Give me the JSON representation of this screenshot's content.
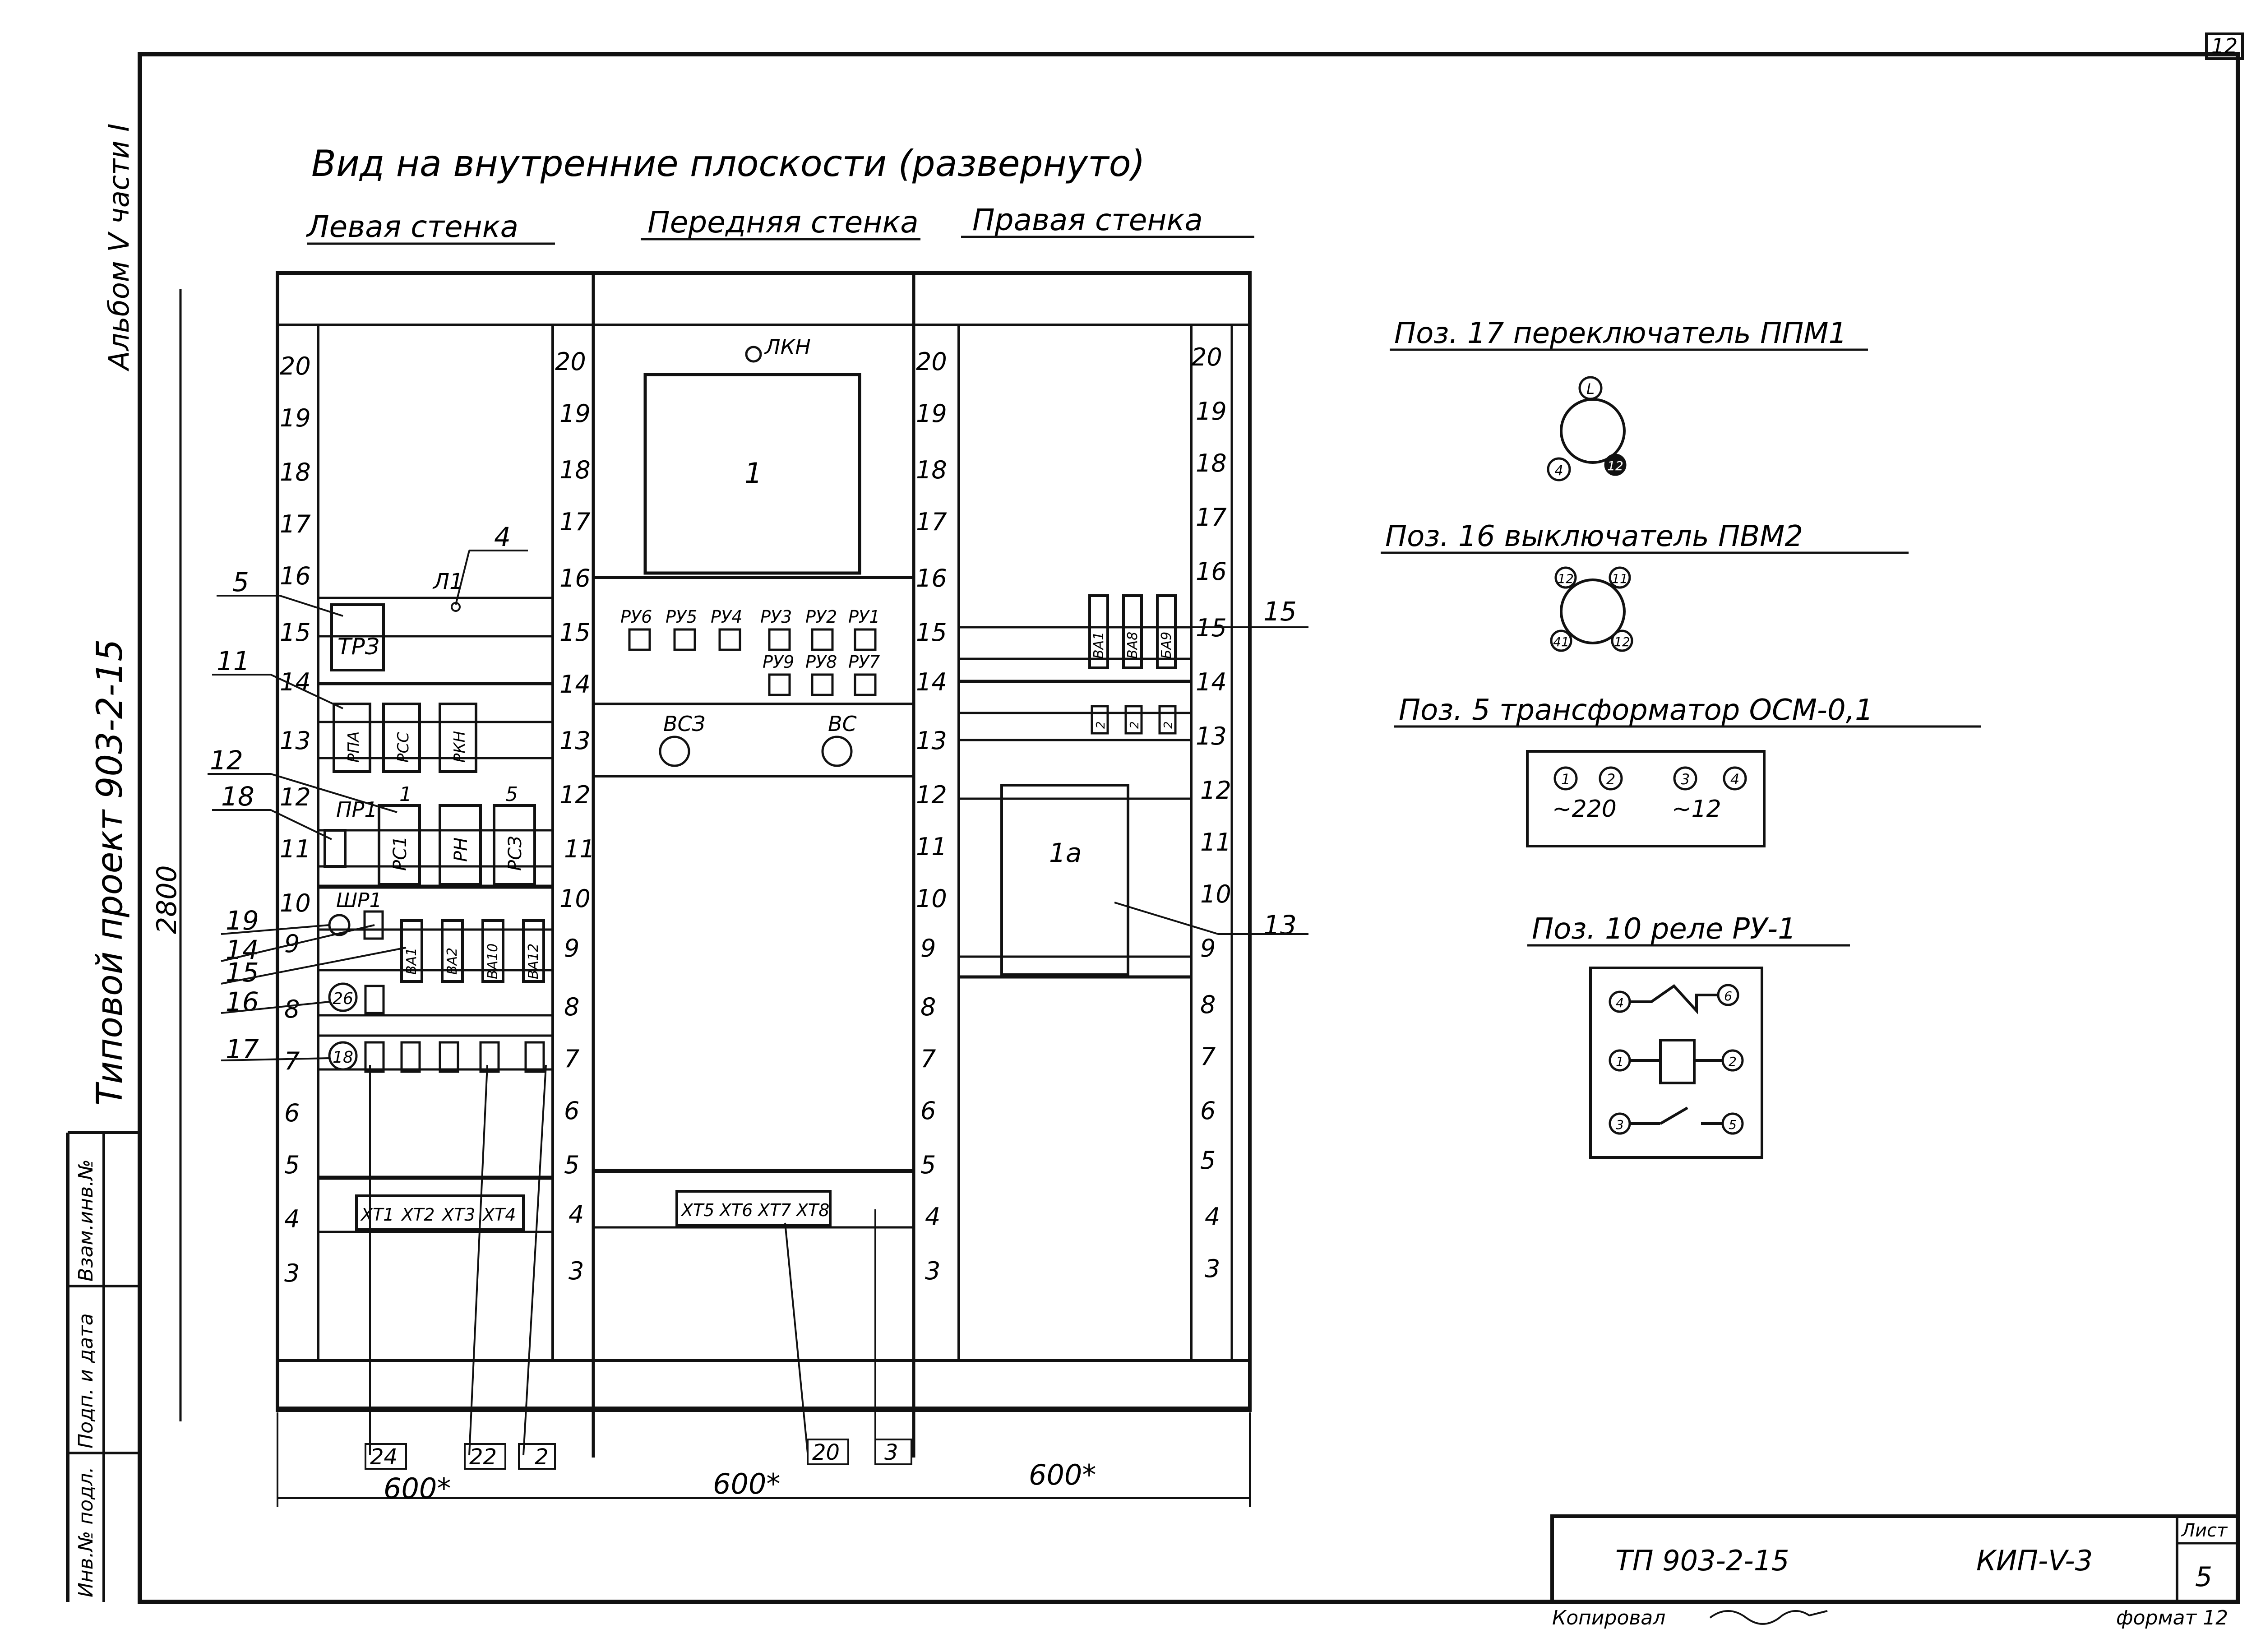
{
  "sheet_corner": "12",
  "album": "Альбом V части I",
  "project": "Типовой проект 903-2-15",
  "title": "Вид на внутренние плоскости (развернуто)",
  "walls": {
    "left": "Левая стенка",
    "front": "Передняя стенка",
    "right": "Правая стенка"
  },
  "height_dim": "2800",
  "widths": [
    "600*",
    "600*",
    "600*"
  ],
  "scale_left": [
    "20",
    "19",
    "18",
    "17",
    "16",
    "15",
    "14",
    "13",
    "12",
    "11",
    "10",
    "9",
    "8",
    "7",
    "6",
    "5",
    "4",
    "3"
  ],
  "scale_mid": [
    "20",
    "19",
    "18",
    "17",
    "16",
    "15",
    "14",
    "13",
    "12",
    "11",
    "10",
    "9",
    "8",
    "7",
    "6",
    "5",
    "4",
    "3"
  ],
  "scale_right": [
    "20",
    "19",
    "18",
    "17",
    "16",
    "15",
    "14",
    "13",
    "12",
    "11",
    "10",
    "9",
    "8",
    "7",
    "6",
    "5",
    "4",
    "3"
  ],
  "lamp": "ЛКН",
  "panel": "1",
  "panel_1a": "1а",
  "relays_top": [
    "РУ6",
    "РУ5",
    "РУ4",
    "РУ3",
    "РУ2",
    "РУ1"
  ],
  "relays_bottom": [
    "РУ9",
    "РУ8",
    "РУ7"
  ],
  "switches": [
    "ВСЗ",
    "ВС"
  ],
  "left_devices": {
    "trz": "ТРЗ",
    "l1": "Л1",
    "row13": [
      "РПА",
      "РСС",
      "РКН"
    ],
    "pr1": "ПР1",
    "row11": [
      "РС1",
      "РН",
      "РСЗ"
    ],
    "shr1": "ШР1",
    "row9": [
      "ВА1",
      "ВА2",
      "ВА10",
      "ВА12"
    ],
    "circle8": "26",
    "circle7": "18",
    "terminals": [
      "ХТ1",
      "ХТ2",
      "ХТ3",
      "ХТ4"
    ]
  },
  "mid_terminals": [
    "ХТ5",
    "ХТ6",
    "ХТ7",
    "ХТ8"
  ],
  "right_devices": {
    "top": [
      "ВА1",
      "ВА8",
      "БА9"
    ],
    "mid": [
      "2",
      "2",
      "2"
    ]
  },
  "callouts": {
    "c5": "5",
    "c4": "4",
    "c11": "11",
    "c12": "12",
    "c1": "1",
    "c5b": "5",
    "c18": "18",
    "c19": "19",
    "c14": "14",
    "c15": "15",
    "c16": "16",
    "c17": "17",
    "c15r": "15",
    "c13": "13",
    "b24": "24",
    "b22": "22",
    "b2": "2",
    "b20": "20",
    "b3": "3"
  },
  "pos17": {
    "title": "Поз. 17 переключатель ППМ1",
    "top": "L",
    "left": "4",
    "right": "12"
  },
  "pos16": {
    "title": "Поз. 16 выключатель ПВМ2",
    "tl": "12",
    "tr": "11",
    "bl": "41",
    "br": "12"
  },
  "pos5": {
    "title": "Поз. 5 трансформатор ОСМ-0,1",
    "terms": [
      "1",
      "2",
      "3",
      "4"
    ],
    "v1": "~220",
    "v2": "~12"
  },
  "pos10": {
    "title": "Поз. 10 реле РУ-1",
    "terms": [
      "4",
      "6",
      "1",
      "2",
      "3",
      "5"
    ]
  },
  "stamp": {
    "code": "ТП 903-2-15",
    "sheet_code": "КИП-V-3",
    "list_label": "Лист",
    "list_no": "5",
    "copied": "Копировал",
    "format": "формат 12"
  },
  "side_cells": [
    "Инв.№ подл.",
    "Подп. и дата",
    "Взам.инв.№"
  ]
}
